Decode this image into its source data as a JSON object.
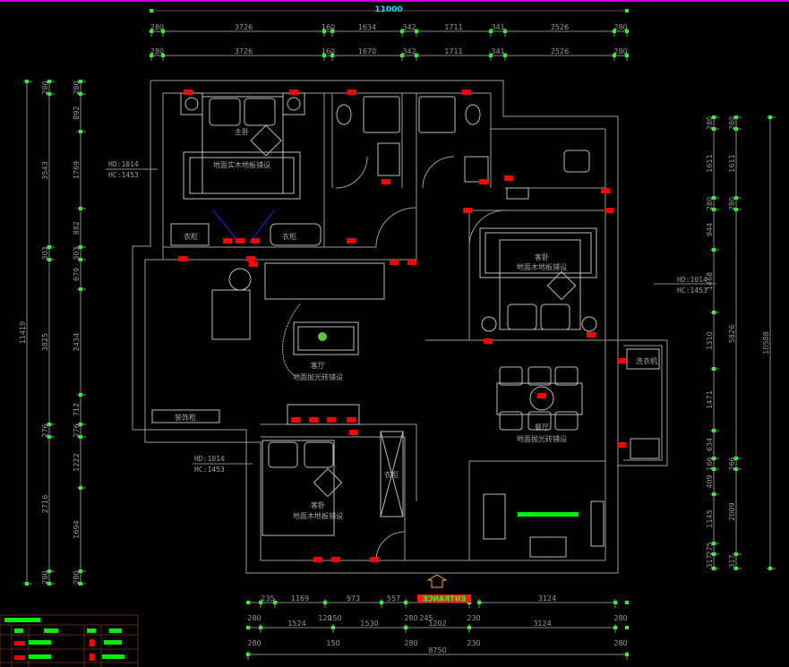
{
  "dimensions": {
    "top": {
      "overall": "11000",
      "row1": [
        "280",
        "3726",
        "160",
        "1634",
        "342",
        "1711",
        "341",
        "2526",
        "280"
      ],
      "row2": [
        "280",
        "3726",
        "160",
        "1670",
        "342",
        "1711",
        "341",
        "2526",
        "280"
      ]
    },
    "left": {
      "overall": "11419",
      "row1": [
        "280",
        "3543",
        "303",
        "3825",
        "276",
        "2716",
        "280"
      ],
      "row2": [
        "280",
        "892",
        "1769",
        "882",
        "303",
        "679",
        "2434",
        "712",
        "276",
        "1222",
        "1694",
        "280"
      ]
    },
    "right": {
      "row1": [
        "280",
        "1611",
        "280",
        "944",
        "1468",
        "1310",
        "1471",
        "634",
        "166",
        "409",
        "1145",
        "275",
        "317"
      ],
      "row2": [
        "280",
        "1611",
        "280",
        "5826",
        "266",
        "2009",
        "317"
      ],
      "overall": "10588"
    },
    "bottom": {
      "row1": [
        "235",
        "1169",
        "973",
        "557",
        "3124"
      ],
      "row2_small": [
        "280",
        "120",
        "150",
        "280",
        "245",
        "230",
        "280"
      ],
      "row2": [
        "1524",
        "1530",
        "1202",
        "3124"
      ],
      "row3_small": [
        "280",
        "150",
        "280",
        "230",
        "280"
      ],
      "overall": "8750"
    }
  },
  "rooms": {
    "master_bedroom": {
      "name": "主卧",
      "floor": "地面实木地板铺设"
    },
    "guest_bedroom_right": {
      "name": "客卧",
      "floor": "地面木地板铺设"
    },
    "living_room": {
      "name": "客厅",
      "floor": "地面抛光砖铺设"
    },
    "dining_room": {
      "name": "餐厅",
      "floor": "地面抛光砖铺设"
    },
    "guest_bedroom_bottom": {
      "name": "客卧",
      "floor": "地面木地板铺设"
    }
  },
  "furniture_labels": {
    "wardrobe_left": "衣柜",
    "wardrobe_right": "衣柜",
    "wardrobe_bottom": "衣柜",
    "decor_cabinet": "装饰柜",
    "washing_machine": "洗衣机"
  },
  "window_annotations": [
    {
      "hd": "HD:1014",
      "hc": "HC:1453"
    },
    {
      "hd": "HD:1014",
      "hc": "HC:1453"
    },
    {
      "hd": "HD:1014",
      "hc": "HC:1453"
    }
  ],
  "entrance_label": "ENTRANCE",
  "colors": {
    "background": "#000000",
    "walls": "#9a9a9a",
    "symbols": "#ff0000",
    "grips": "#22ff22",
    "overall_dim": "#00e5ff",
    "frame": "#cc00cc",
    "legend_border": "#5a2a10"
  }
}
